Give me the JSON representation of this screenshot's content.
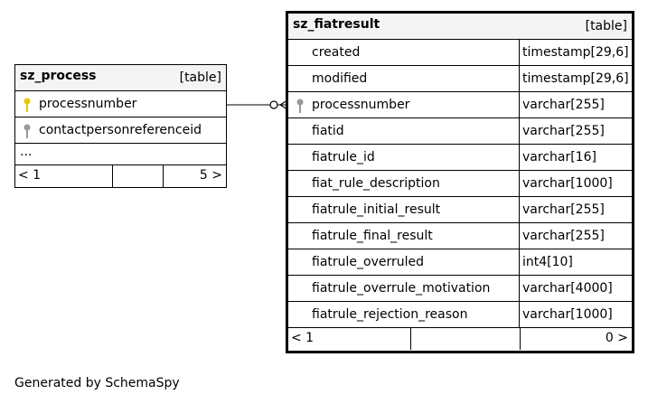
{
  "sz_process": {
    "name": "sz_process",
    "kind": "[table]",
    "columns": [
      {
        "name": "processnumber",
        "key": "primary-key-icon"
      },
      {
        "name": "contactpersonreferenceid",
        "key": "foreign-key-icon"
      }
    ],
    "more": "...",
    "pager": {
      "left": "< 1",
      "right": "5 >"
    }
  },
  "sz_fiatresult": {
    "name": "sz_fiatresult",
    "kind": "[table]",
    "columns": [
      {
        "name": "created",
        "type": "timestamp[29,6]"
      },
      {
        "name": "modified",
        "type": "timestamp[29,6]"
      },
      {
        "name": "processnumber",
        "type": "varchar[255]",
        "key": "foreign-key-icon"
      },
      {
        "name": "fiatid",
        "type": "varchar[255]"
      },
      {
        "name": "fiatrule_id",
        "type": "varchar[16]"
      },
      {
        "name": "fiat_rule_description",
        "type": "varchar[1000]"
      },
      {
        "name": "fiatrule_initial_result",
        "type": "varchar[255]"
      },
      {
        "name": "fiatrule_final_result",
        "type": "varchar[255]"
      },
      {
        "name": "fiatrule_overruled",
        "type": "int4[10]"
      },
      {
        "name": "fiatrule_overrule_motivation",
        "type": "varchar[4000]"
      },
      {
        "name": "fiatrule_rejection_reason",
        "type": "varchar[1000]"
      }
    ],
    "pager": {
      "left": "< 1",
      "right": "0 >"
    }
  },
  "footer": "Generated by SchemaSpy",
  "colors": {
    "primary_key": "#e6c800",
    "foreign_key": "#999999",
    "header_bg": "#f4f4f4"
  }
}
